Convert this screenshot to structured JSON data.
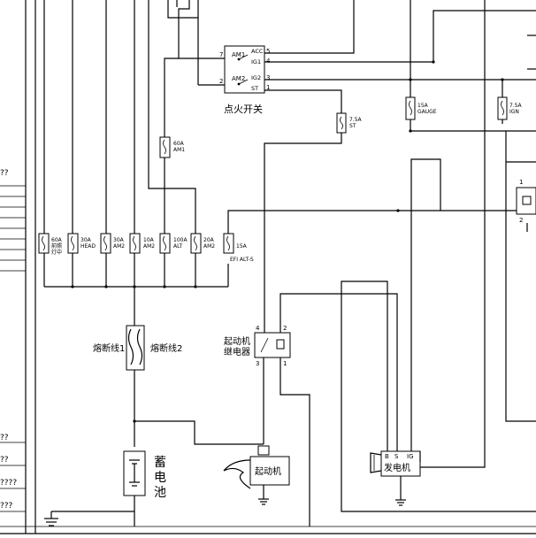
{
  "ignition_switch": {
    "label": "点火开关",
    "pins": [
      "ACC",
      "IG1",
      "IG2",
      "ST"
    ],
    "terminals": [
      "5",
      "4",
      "3",
      "1"
    ],
    "inputs": [
      {
        "name": "AM1",
        "pin": "7"
      },
      {
        "name": "AM2",
        "pin": "2"
      }
    ]
  },
  "top_fuses": [
    {
      "rating": "7.5A",
      "name": "ST"
    },
    {
      "rating": "15A",
      "name": "GAUGE"
    },
    {
      "rating": "7.5A",
      "name": "IGN"
    }
  ],
  "am1_fuse": {
    "rating": "60A",
    "name": "AM1"
  },
  "fuse_row": [
    {
      "rating": "60A",
      "name": "前照",
      "name2": "灯中"
    },
    {
      "rating": "30A",
      "name": "HEAD"
    },
    {
      "rating": "30A",
      "name": "AM2"
    },
    {
      "rating": "10A",
      "name": "AM2"
    },
    {
      "rating": "100A",
      "name": "ALT"
    },
    {
      "rating": "20A",
      "name": "AM2"
    },
    {
      "rating": "15A",
      "name": "EFI ALT-S"
    }
  ],
  "fusible_links": {
    "left": "熔断线1",
    "right": "熔断线2"
  },
  "starter_relay": {
    "label1": "起动机",
    "label2": "继电器",
    "pins": [
      "4",
      "2",
      "3",
      "1"
    ]
  },
  "starter": {
    "label": "起动机"
  },
  "battery": {
    "label": [
      "蓄",
      "电",
      "池"
    ]
  },
  "generator": {
    "label": "发电机",
    "terminals": [
      "B",
      "S",
      "IG"
    ]
  },
  "side_relay": {
    "pins": [
      "1",
      "2"
    ]
  },
  "margin_marks": [
    "??",
    "??",
    "??",
    "????",
    "???"
  ]
}
